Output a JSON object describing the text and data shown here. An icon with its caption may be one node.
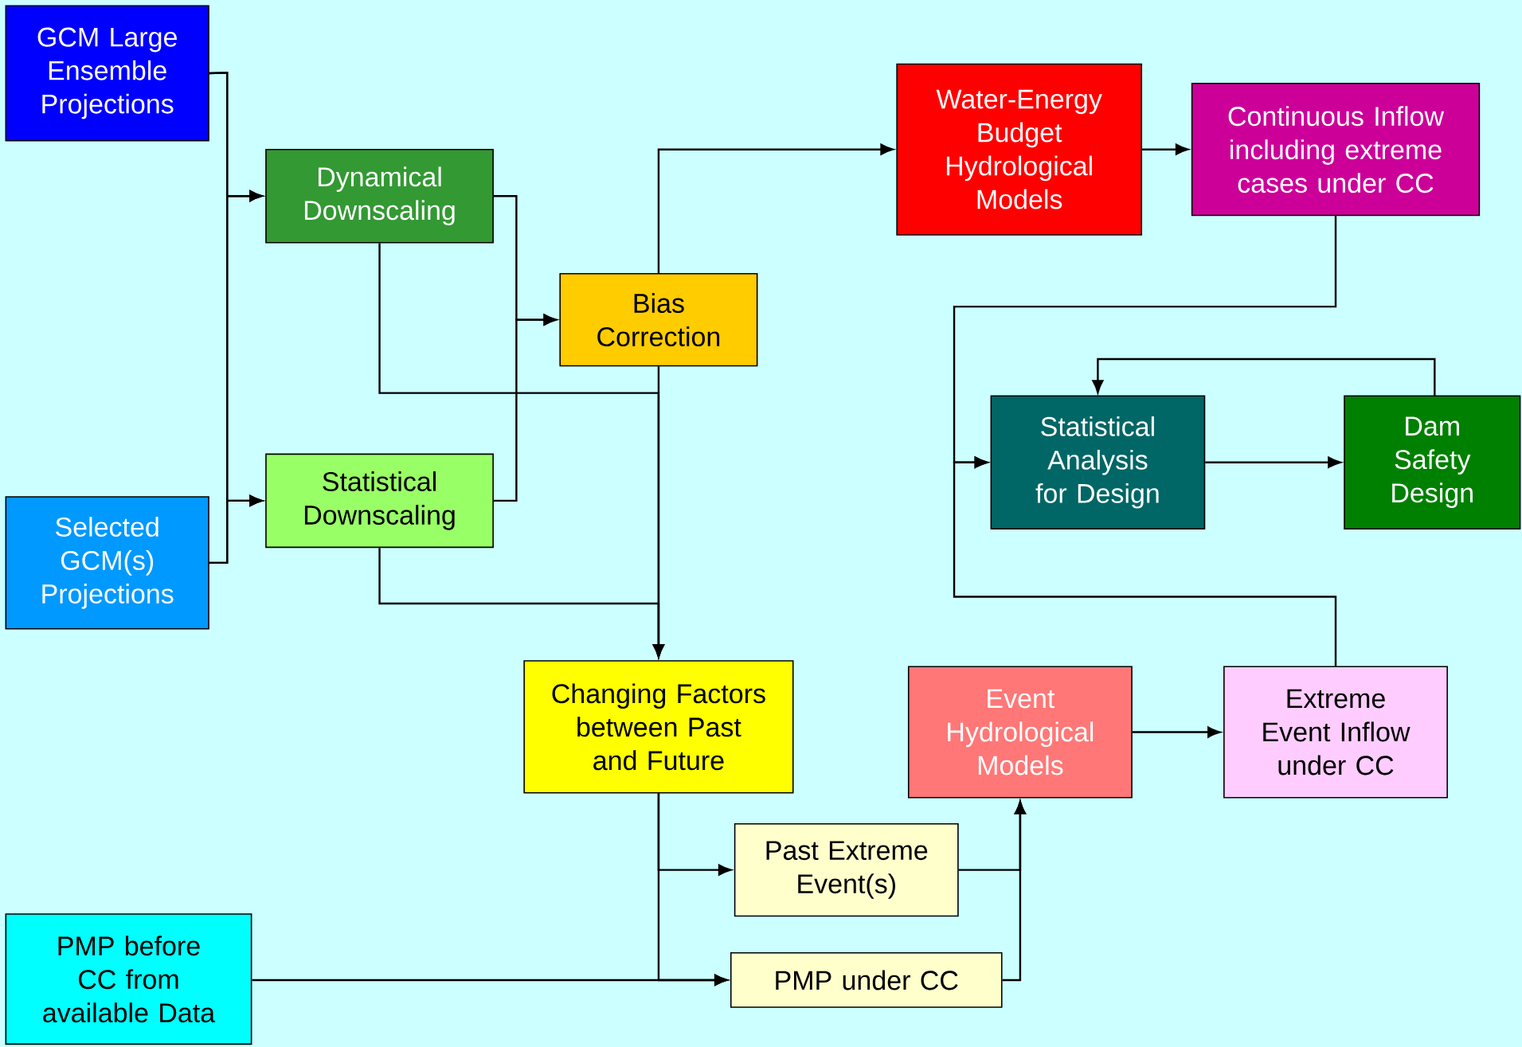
{
  "diagram": {
    "nodes": [
      {
        "text": [
          "GCM Large Ensemble Projections"
        ]
      },
      {
        "text": [
          "Dynamical Downscaling"
        ]
      },
      {
        "text": [
          "Bias Correction"
        ]
      },
      {
        "text": [
          "Water-Energy Budget Hydrological Models"
        ]
      },
      {
        "text": [
          "Continuous Inflow including extreme cases under CC"
        ]
      },
      {
        "text": [
          "Statistical Downscaling"
        ]
      },
      {
        "text": [
          "Selected GCM(s) Projections"
        ]
      },
      {
        "text": [
          "Statistical Analysis for Design"
        ]
      },
      {
        "text": [
          "Dam Safety Design"
        ]
      },
      {
        "text": [
          "Changing Factors between Past and Future"
        ]
      },
      {
        "text": [
          "Event Hydrological Models"
        ]
      },
      {
        "text": [
          "Extreme Event Inflow under CC"
        ]
      },
      {
        "text": [
          "Past Extreme Event(s)"
        ]
      },
      {
        "text": [
          "PMP before CC from available Data"
        ]
      },
      {
        "text": [
          "PMP under CC"
        ]
      }
    ],
    "edges": [
      {
        "from": 0,
        "to": 1,
        "arrow": "to"
      },
      {
        "from": 0,
        "to": 5,
        "arrow": "to"
      },
      {
        "from": 6,
        "to": 1,
        "arrow": "to"
      },
      {
        "from": 6,
        "to": 5,
        "arrow": "to"
      },
      {
        "from": 1,
        "to": 2,
        "arrow": "to"
      },
      {
        "from": 5,
        "to": 2,
        "arrow": "to"
      },
      {
        "from": 1,
        "to": 9,
        "arrow": "to"
      },
      {
        "from": 2,
        "to": 9,
        "arrow": "to"
      },
      {
        "from": 5,
        "to": 9,
        "arrow": "to"
      },
      {
        "from": 2,
        "to": 3,
        "arrow": "to"
      },
      {
        "from": 3,
        "to": 4,
        "arrow": "to"
      },
      {
        "from": 4,
        "to": 7,
        "arrow": "to"
      },
      {
        "from": 7,
        "to": 8,
        "arrow": "to"
      },
      {
        "from": 8,
        "to": 7,
        "arrow": "to"
      },
      {
        "from": 11,
        "to": 7,
        "arrow": "to"
      },
      {
        "from": 9,
        "to": 12,
        "arrow": "to"
      },
      {
        "from": 9,
        "to": 14,
        "arrow": "to"
      },
      {
        "from": 13,
        "to": 14,
        "arrow": "to"
      },
      {
        "from": 12,
        "to": 10,
        "arrow": "to"
      },
      {
        "from": 14,
        "to": 10,
        "arrow": "to"
      },
      {
        "from": 10,
        "to": 11,
        "arrow": "to"
      }
    ]
  }
}
